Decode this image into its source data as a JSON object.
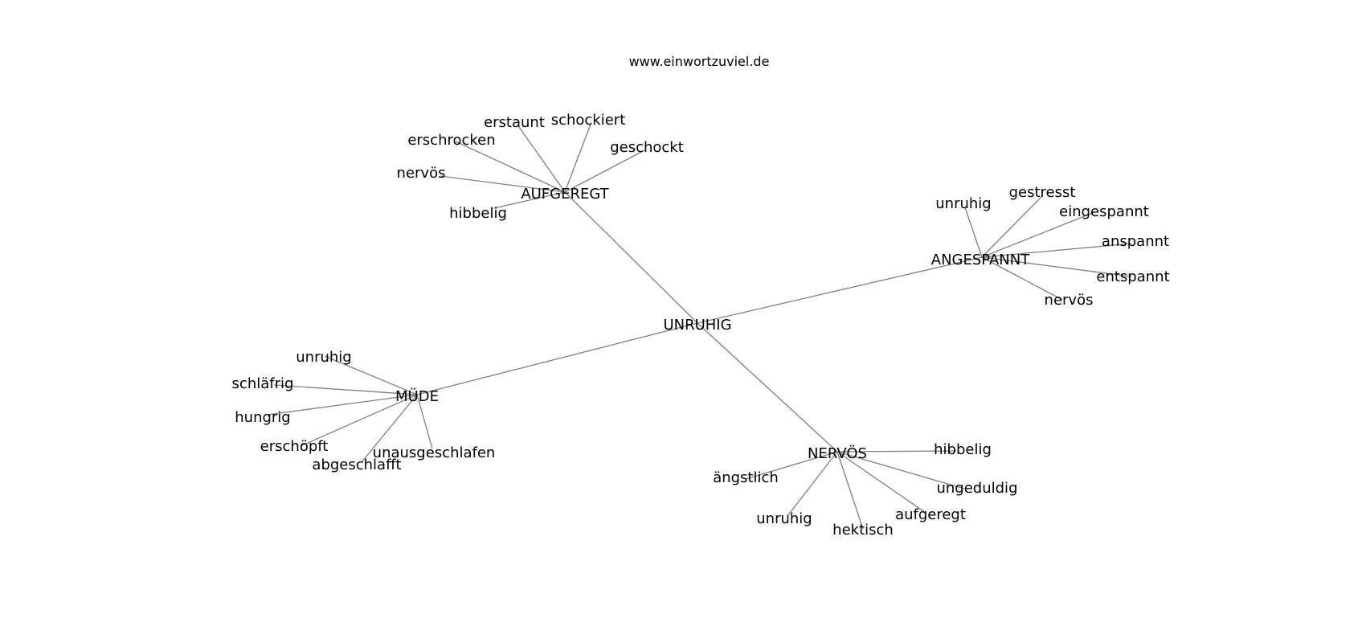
{
  "header": {
    "site": "www.einwortzuviel.de"
  },
  "graph": {
    "root": "UNRUHIG",
    "edge_color": "#808080",
    "clusters": [
      {
        "hub": "AUFGEREGT",
        "leaves": [
          "erstaunt",
          "schockiert",
          "erschrocken",
          "geschockt",
          "nervös",
          "hibbelig"
        ]
      },
      {
        "hub": "ANGESPANNT",
        "leaves": [
          "unruhig",
          "gestresst",
          "eingespannt",
          "anspannt",
          "entspannt",
          "nervös"
        ]
      },
      {
        "hub": "MÜDE",
        "leaves": [
          "unruhig",
          "schläfrig",
          "hungrig",
          "erschöpft",
          "unausgeschlafen",
          "abgeschlafft"
        ]
      },
      {
        "hub": "NERVÖS",
        "leaves": [
          "hibbelig",
          "ängstlich",
          "ungeduldig",
          "unruhig",
          "aufgeregt",
          "hektisch"
        ]
      }
    ]
  }
}
